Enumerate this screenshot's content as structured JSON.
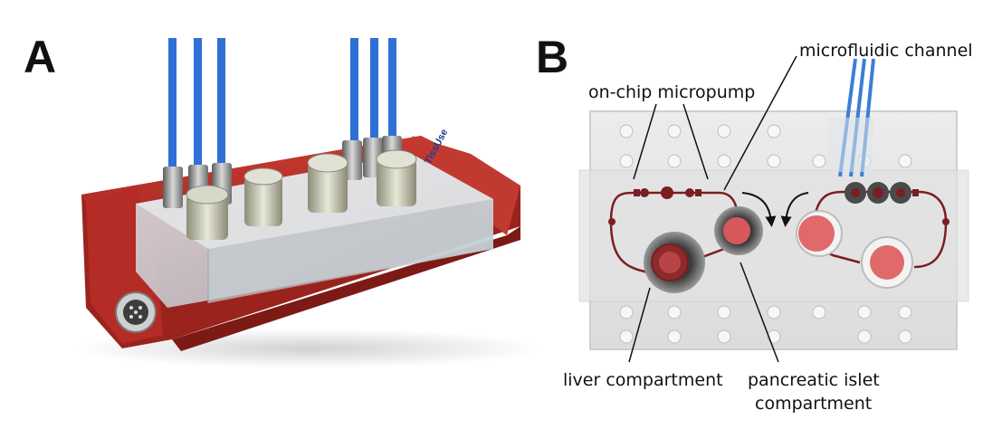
{
  "panels": {
    "a": {
      "letter": "A",
      "logo_text": "TissUse"
    },
    "b": {
      "letter": "B",
      "labels": {
        "microfluidic_channel": "microfluidic channel",
        "on_chip_micropump": "on-chip micropump",
        "liver_compartment": "liver compartment",
        "pancreatic_islet_line1": "pancreatic islet",
        "pancreatic_islet_line2": "compartment"
      }
    }
  },
  "colors": {
    "housing_red": "#b8302a",
    "tubing_blue": "#2f6fd6",
    "channel_darkred": "#7a1e22",
    "compartment_pink": "#e06a6a",
    "text": "#111111"
  },
  "icons": [
    "tubing",
    "screw-fitting",
    "connector-port",
    "arrow-down-icon"
  ]
}
